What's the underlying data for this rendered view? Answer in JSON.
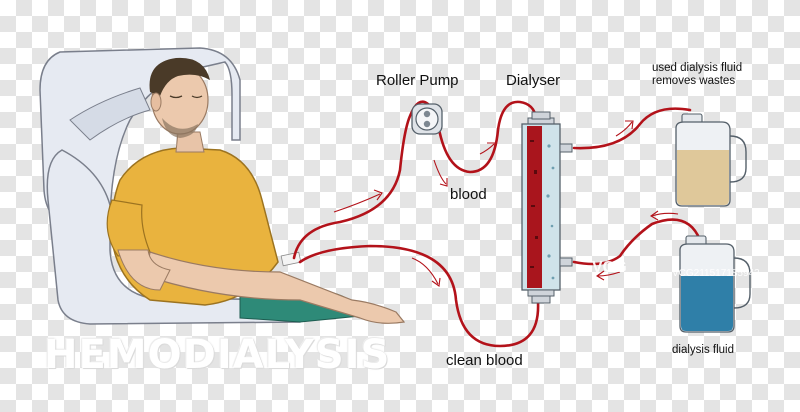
{
  "title": "HEMODIALYSIS",
  "labels": {
    "roller_pump": "Roller Pump",
    "dialyser": "Dialyser",
    "blood": "blood",
    "clean_blood": "clean blood",
    "used_fluid_line1": "used dialysis fluid",
    "used_fluid_line2": "removes wastes",
    "dialysis_fluid": "dialysis fluid"
  },
  "watermark": {
    "logo": "VCG",
    "text": "VCG211517185943"
  },
  "colors": {
    "tube": "#b3121a",
    "blood_fill": "#a9151d",
    "clean_fluid": "#7fa8b4",
    "used_fluid": "#dfc89a",
    "fresh_fluid": "#2f7fa8",
    "shirt": "#e9b33e",
    "pants": "#2e8a78"
  }
}
